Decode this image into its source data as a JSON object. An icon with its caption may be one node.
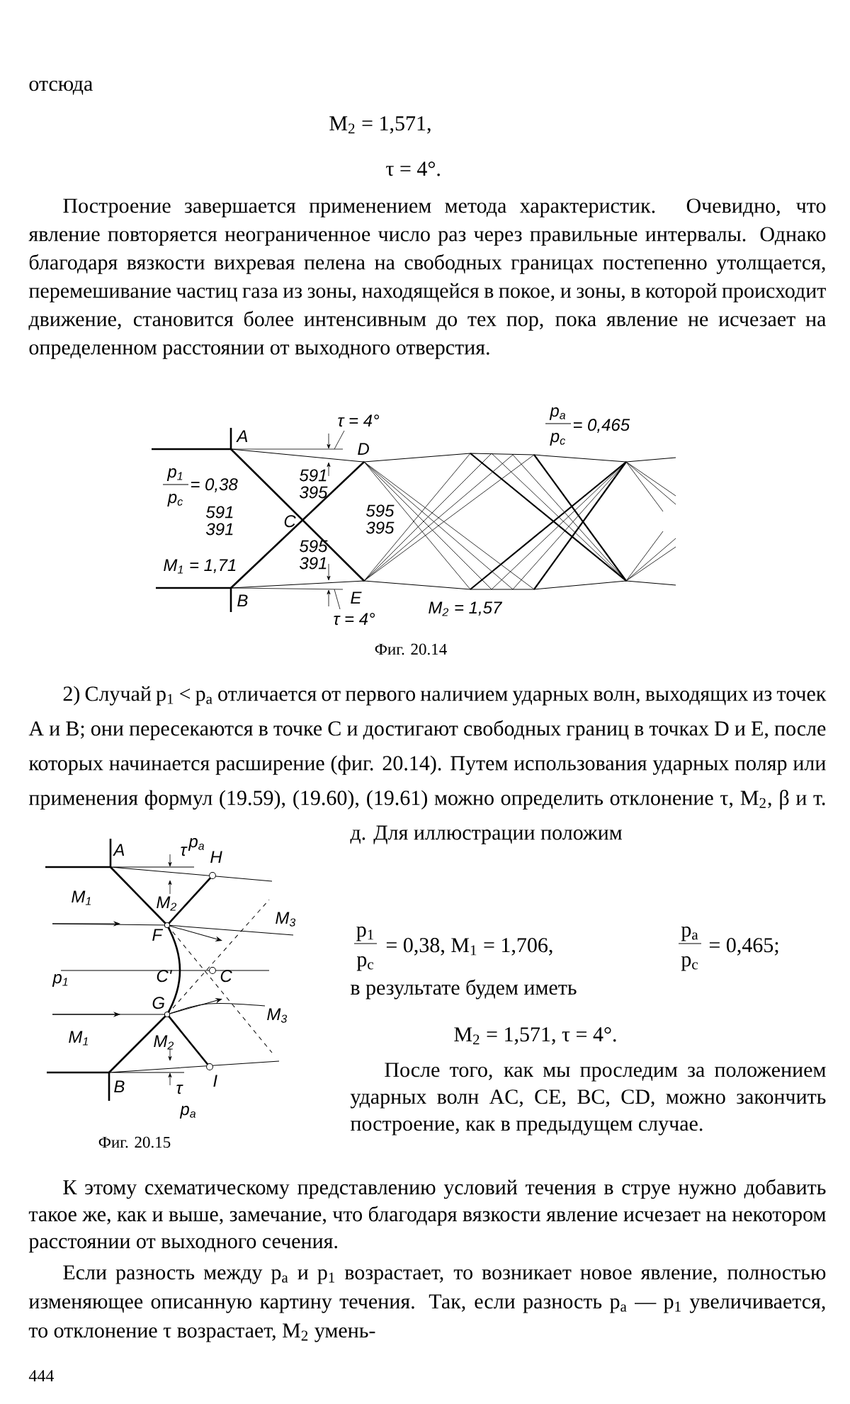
{
  "diagram": {
    "labels": [
      "отсюда",
      "M$_{2}$ = 1,571,",
      "τ = 4°.",
      "Построение завершается применением метода характеристик. Очевидно, что явление повторяется неограниченное число раз через правильные интервалы. Однако благодаря вязкости вихревая пелена на свободных границах постепенно утолщается, перемешивание частиц газа из зоны, находящейся в покое, и зоны, в которой происходит движение, становится более интенсивным до тех пор, пока явление не исчезает на определенном расстоянии от выходного отверстия.",
      "A",
      "τ = 4°",
      "p$_{a}$",
      "p$_{c}$",
      "= 0,465",
      "D",
      "p$_{1}$",
      "p$_{c}$",
      "= 0,38",
      "591 395",
      "591 391",
      "C",
      "595 395",
      "595 391",
      "M$_{1}$ = 1,71",
      "B",
      "E",
      "τ = 4°",
      "M$_{2}$ = 1,57",
      "Фиг. 20.14",
      "2) Случай p$_{1}$ < p$_{a}$ отличается от первого наличием ударных волн, выходящих из точек A и B; они пересекаются в точке C и достигают свободных границ в точках D и E, после которых начинается расширение (фиг. 20.14). Путем использования ударных поляр или применения формул (19.59), (19.60), (19.61) можно определить отклонение τ, M$_{2}$, β и т. д. Для иллюстрации положим",
      "p$_{a}$",
      "A",
      "τ",
      "H",
      "M$_{1}$",
      "M$_{2}$",
      "F",
      "M$_{3}$",
      "p$_{1}$",
      "C'",
      "C",
      "G",
      "M$_{3}$",
      "M$_{1}$",
      "M$_{2}$",
      "B",
      "τ",
      "I",
      "p$_{a}$",
      "Фиг. 20.15",
      "p$_{1}$",
      "p$_{c}$",
      "= 0,38, M$_{1}$ = 1,706,",
      "p$_{a}$",
      "p$_{c}$",
      "= 0,465;",
      "в результате будем иметь",
      "M$_{2}$ = 1,571, τ = 4°.",
      "После того, как мы проследим за положением ударных волн AC, CE, BC, CD, можно закончить построение, как в предыдущем случае.",
      "К этому схематическому представлению условий течения в струе нужно добавить такое же, как и выше, замечание, что благодаря вязкости явление исчезает на некотором расстоянии от выходного сечения.",
      "Если разность между p$_{a}$ и p$_{1}$ возрастает, то возникает новое явление, полностью изменяющее описанную картину течения. Так, если разность p$_{a}$ — p$_{1}$ увеличивается, то отклонение τ возрастает, M$_{2}$ умень-",
      "444"
    ]
  }
}
